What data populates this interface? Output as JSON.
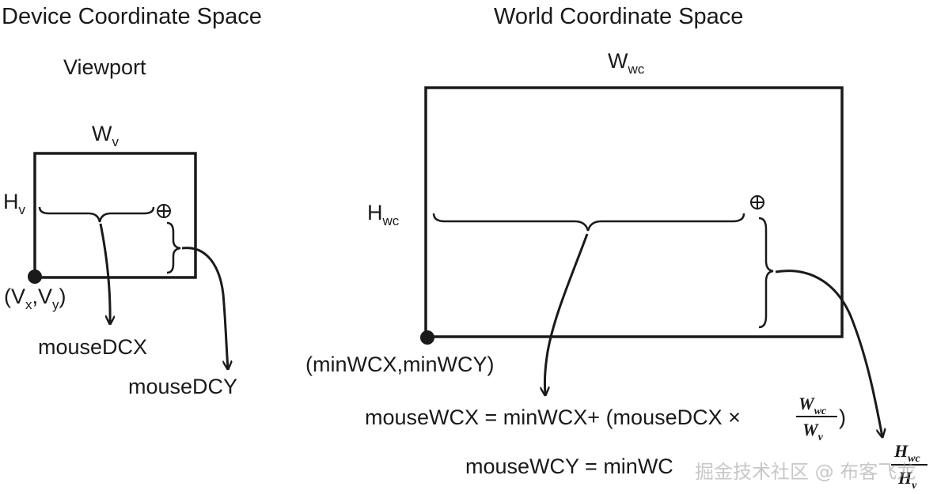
{
  "device": {
    "title": "Device Coordinate Space",
    "viewport_label": "Viewport",
    "width_label": {
      "base": "W",
      "sub": "v"
    },
    "height_label": {
      "base": "H",
      "sub": "v"
    },
    "origin_label": {
      "open": "(V",
      "sub_x": "x",
      "comma": ",V",
      "sub_y": "y",
      "close": ")"
    },
    "mouse_x_label": "mouseDCX",
    "mouse_y_label": "mouseDCY"
  },
  "world": {
    "title": "World Coordinate Space",
    "width_label": {
      "base": "W",
      "sub": "wc"
    },
    "height_label": {
      "base": "H",
      "sub": "wc"
    },
    "origin_label": "(minWCX,minWCY)"
  },
  "equations": {
    "x": {
      "lhs": "mouseWCX = minWCX+ (mouseDCX ×",
      "frac_num": {
        "base": "W",
        "sub": "wc"
      },
      "frac_den": {
        "base": "W",
        "sub": "v"
      },
      "close": ")"
    },
    "y": {
      "lhs": "mouseWCY = minWC",
      "frac_num": {
        "base": "H",
        "sub": "wc"
      },
      "frac_den": {
        "base": "H",
        "sub": "v"
      }
    }
  },
  "watermark": "掘金技术社区 @ 布客飞龙",
  "icons": {
    "cursor_device": "crosshair-circle-icon",
    "cursor_world": "crosshair-circle-icon"
  }
}
